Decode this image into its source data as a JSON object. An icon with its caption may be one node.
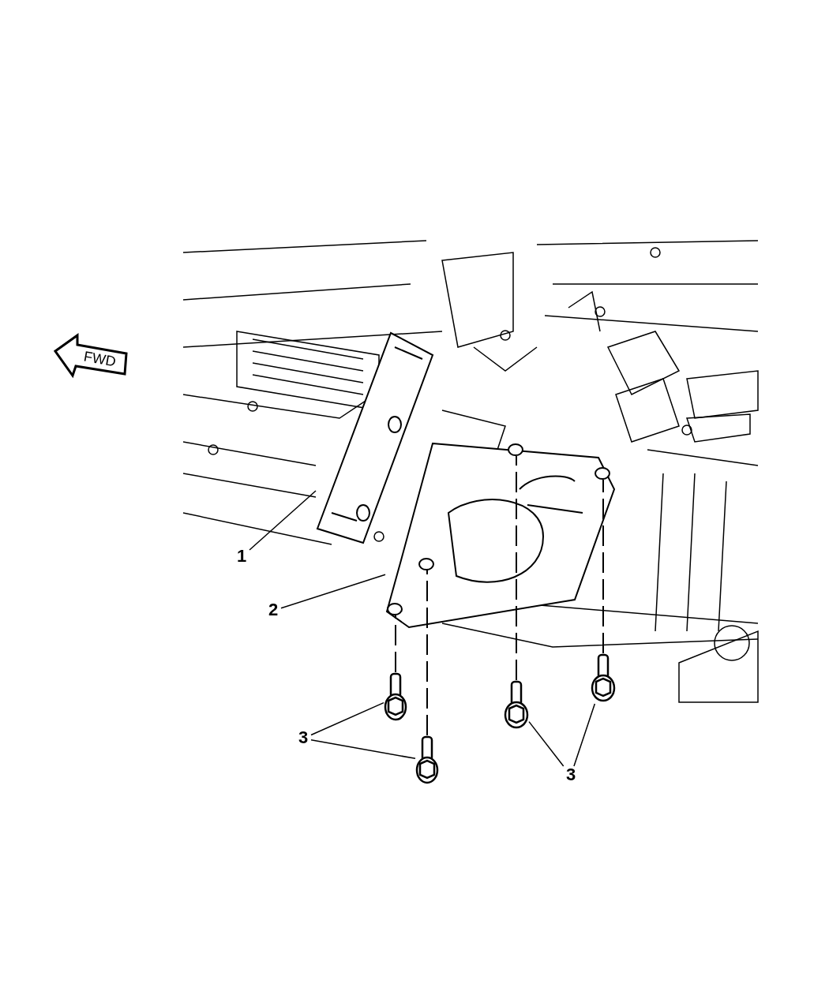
{
  "diagram": {
    "nodes": [
      {
        "text": [
          "1"
        ]
      },
      {
        "text": [
          "2"
        ]
      },
      {
        "text": [
          "3"
        ]
      },
      {
        "text": [
          "3"
        ]
      },
      {
        "text": [],
        "shape": "picture"
      },
      {
        "text": [],
        "shape": "picture"
      },
      {
        "text": [],
        "shape": "picture"
      },
      {
        "text": [],
        "shape": "picture"
      },
      {
        "text": [],
        "shape": "picture"
      },
      {
        "text": [],
        "shape": "picture"
      }
    ],
    "edges": [
      {
        "from": 0,
        "to": 4,
        "arrow": "none"
      },
      {
        "from": 1,
        "to": 5,
        "arrow": "none"
      },
      {
        "from": 2,
        "to": 6,
        "arrow": "none"
      },
      {
        "from": 2,
        "to": 7,
        "arrow": "none"
      },
      {
        "from": 3,
        "to": 8,
        "arrow": "none"
      },
      {
        "from": 3,
        "to": 9,
        "arrow": "none"
      },
      {
        "from": 6,
        "to": 5,
        "arrow": "none",
        "style": "dashed"
      },
      {
        "from": 7,
        "to": 5,
        "arrow": "none",
        "style": "dashed"
      },
      {
        "from": 8,
        "to": 5,
        "arrow": "none",
        "style": "dashed"
      },
      {
        "from": 9,
        "to": 5,
        "arrow": "none",
        "style": "dashed"
      }
    ],
    "labels": [
      "FWD"
    ]
  }
}
